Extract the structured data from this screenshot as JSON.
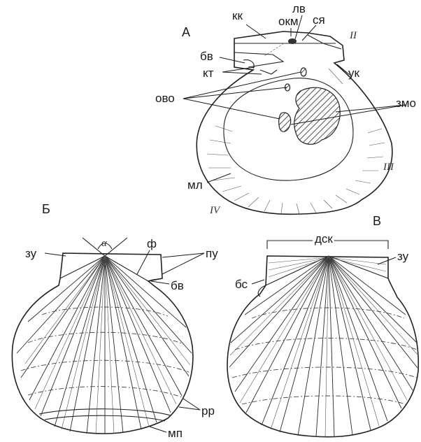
{
  "panels": {
    "a": "А",
    "b": "Б",
    "v": "В"
  },
  "labels_a": {
    "kk": "кк",
    "okm": "окм",
    "lv": "лв",
    "sya": "ся",
    "bv": "бв",
    "kt": "кт",
    "uk": "ук",
    "ovo": "ово",
    "zmo": "змо",
    "ml": "мл",
    "II": "II",
    "III": "III",
    "IV": "IV"
  },
  "labels_b": {
    "zu": "зу",
    "alpha": "α",
    "f": "ф",
    "pu": "пу",
    "bv": "бв",
    "rr": "рр",
    "mp": "мп"
  },
  "labels_v": {
    "dsk": "дск",
    "zu": "зу",
    "bs": "бс"
  }
}
